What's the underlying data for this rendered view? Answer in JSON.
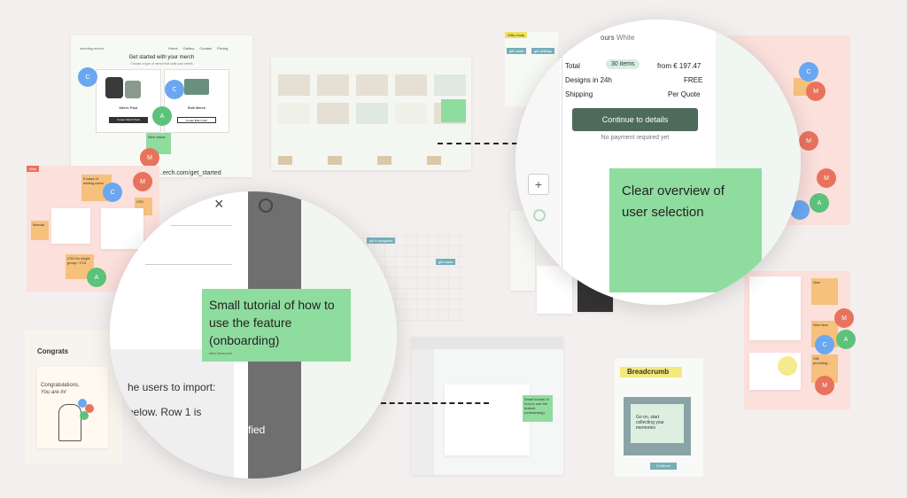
{
  "top_left": {
    "search_placeholder": "wedding merch",
    "nav": [
      "Home",
      "Gallery",
      "Contact",
      "Pricing"
    ],
    "title": "Get started with your merch",
    "subtitle": "Choose a type of merch that suits your needs",
    "pack": "Merch Pack",
    "bulk": "Bulk Merch",
    "pack_btn": "Create Merch Pack",
    "bulk_btn": "Create Bulk Order",
    "note": "Nice visual",
    "url": "...erch.com/get_started"
  },
  "avatars": {
    "c": "C",
    "a": "A",
    "m": "M"
  },
  "left_mid": {
    "tag": "Nice",
    "note_1": "5 ways of adding users",
    "note_2": "Manual",
    "note_3": "CSV",
    "note_4": "CSV for single group / CTA"
  },
  "gift_labels": {
    "progress": "gift in progress",
    "made": "gift made",
    "recap": "Gifty recap",
    "opt1": "gift mode",
    "opt2": "gift settings"
  },
  "right_mid": {
    "note_1": "Nice",
    "note_2": "Nice idea",
    "note_3": "Still providing..."
  },
  "congrats": {
    "label": "Congrats",
    "heading": "Congratulations,",
    "subheading": "You are in!"
  },
  "breadcrumb": {
    "label": "Breadcrumb",
    "panel_text": "Go on, start collecting your memories",
    "button": "Continue"
  },
  "lower_mid": {
    "sticky": "Small tutorial of how to use the feature (onboarding)"
  },
  "zoom_left": {
    "sticky": "Small tutorial of how to use the feature (onboarding)",
    "author": "Alex Demache",
    "text_1": "he users to import:",
    "text_2": "below. Row 1 is",
    "text_3": "fied",
    "close": "×"
  },
  "zoom_right": {
    "colours_label": "ours",
    "colour_value": "White",
    "total_label": "Total",
    "total_badge": "30 items",
    "total_value": "from € 197.47",
    "designs_label": "Designs in 24h",
    "designs_value": "FREE",
    "shipping_label": "Shipping",
    "shipping_value": "Per Quote",
    "button": "Continue to details",
    "note": "No payment required yet",
    "plus": "+",
    "sticky": "Clear overview of user selection"
  },
  "colors": {
    "green_sticky": "#8fdc9f",
    "orange_sticky": "#f6c07d",
    "button_dark": "#4d6a5a",
    "badge": "#d6eee1"
  }
}
